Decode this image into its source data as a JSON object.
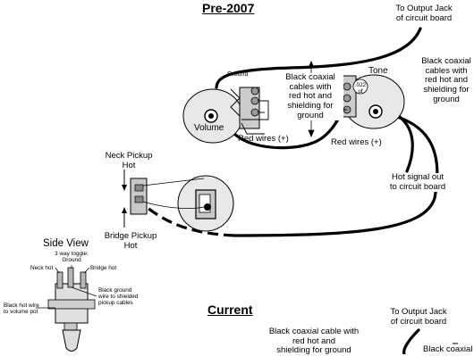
{
  "headings": {
    "pre2007": "Pre-2007",
    "current": "Current",
    "side_view": "Side View"
  },
  "pre2007": {
    "output_jack": [
      "To Output Jack",
      "of circuit board"
    ],
    "black_coax_right": [
      "Black coaxial",
      "cables with",
      "red hot and",
      "shielding for",
      "ground"
    ],
    "black_coax_center": [
      "Black coaxial",
      "cables with",
      "red hot and",
      "shielding for",
      "ground"
    ],
    "volume": "Volume",
    "tone": "Tone",
    "ground": "Ground",
    "cap_value": [
      ".022",
      "uf"
    ],
    "red_wires_volume": "Red wires (+)",
    "red_wires_tone": "Red wires (+)",
    "hot_signal": [
      "Hot signal out",
      "to circuit board"
    ],
    "neck_pickup": [
      "Neck Pickup",
      "Hot"
    ],
    "bridge_pickup": [
      "Bridge Pickup",
      "Hot"
    ]
  },
  "side_view": {
    "toggle": [
      "3 way toggle:",
      "Ground"
    ],
    "neck_hot": "Neck hot",
    "bridge_hot": "Bridge hot",
    "black_ground": [
      "Black ground",
      "wire to shielded",
      "pickup cables"
    ],
    "black_hot": [
      "Black hot wire",
      "to volume pot"
    ]
  },
  "current": {
    "output_jack": [
      "To Output Jack",
      "of circuit board"
    ],
    "black_coax_center": [
      "Black coaxial cable with",
      "red hot and",
      "shielding for ground"
    ],
    "black_coax_right": "Black coaxial"
  }
}
